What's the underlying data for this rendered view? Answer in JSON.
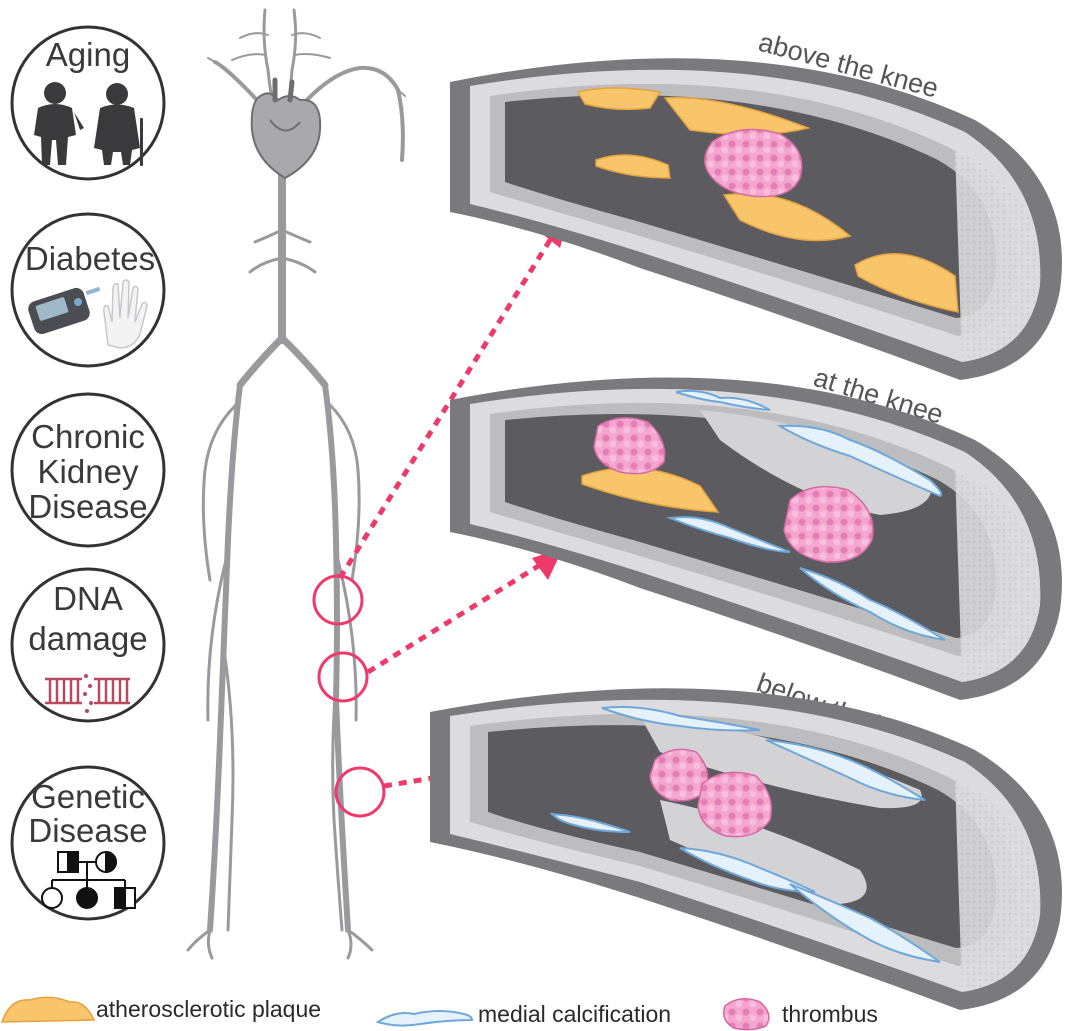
{
  "risk_factors": [
    {
      "id": "aging",
      "lines": [
        "Aging"
      ]
    },
    {
      "id": "diabetes",
      "lines": [
        "Diabetes"
      ]
    },
    {
      "id": "ckd",
      "lines": [
        "Chronic",
        "Kidney",
        "Disease"
      ]
    },
    {
      "id": "dna",
      "lines": [
        "DNA",
        "damage"
      ]
    },
    {
      "id": "genetic",
      "lines": [
        "Genetic",
        "Disease"
      ]
    }
  ],
  "vessel_sections": {
    "above": "above the knee",
    "at": "at the knee",
    "below": "below the knee"
  },
  "legend": {
    "plaque": "atherosclerotic plaque",
    "calcification": "medial calcification",
    "thrombus": "thrombus"
  },
  "icons": [
    "elderly-couple-icon",
    "glucose-meter-icon",
    "glove-hand-icon",
    "dna-strand-icon",
    "pedigree-chart-icon",
    "heart-icon"
  ],
  "colors": {
    "plaque": "#f8c56a",
    "calcification": "#6fa7d9",
    "thrombus": "#f29ac8",
    "arrow": "#ee3a6a",
    "circle_outline": "#333333",
    "vessel_lumen": "#5b5b60",
    "vessel_wall": "#d8d8da"
  }
}
